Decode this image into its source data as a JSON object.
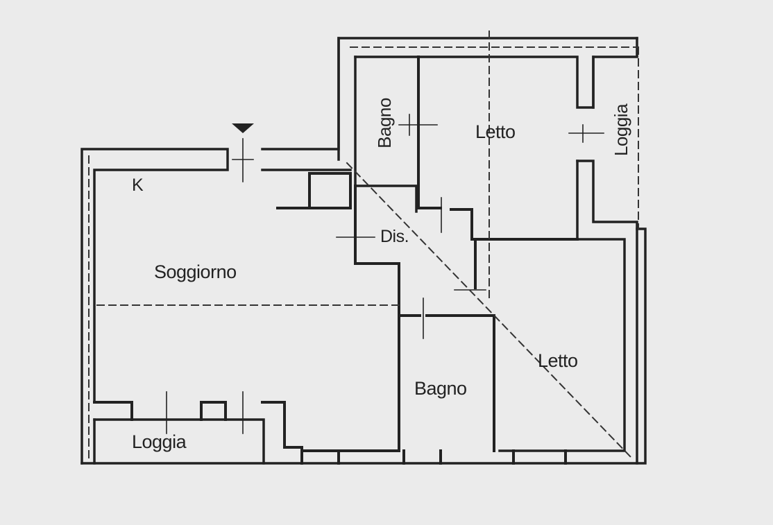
{
  "plan": {
    "colors": {
      "background": "#ebebeb",
      "wall": "#222222",
      "dash": "#333333"
    },
    "rooms": {
      "kitchen": "K",
      "living": "Soggiorno",
      "hall": "Dis.",
      "bath_top": "Bagno",
      "bedroom_top": "Letto",
      "loggia_right": "Loggia",
      "bath_bottom": "Bagno",
      "bedroom_bottom": "Letto",
      "loggia_bottom": "Loggia"
    },
    "entrance_marker": "triangle-down-icon"
  }
}
